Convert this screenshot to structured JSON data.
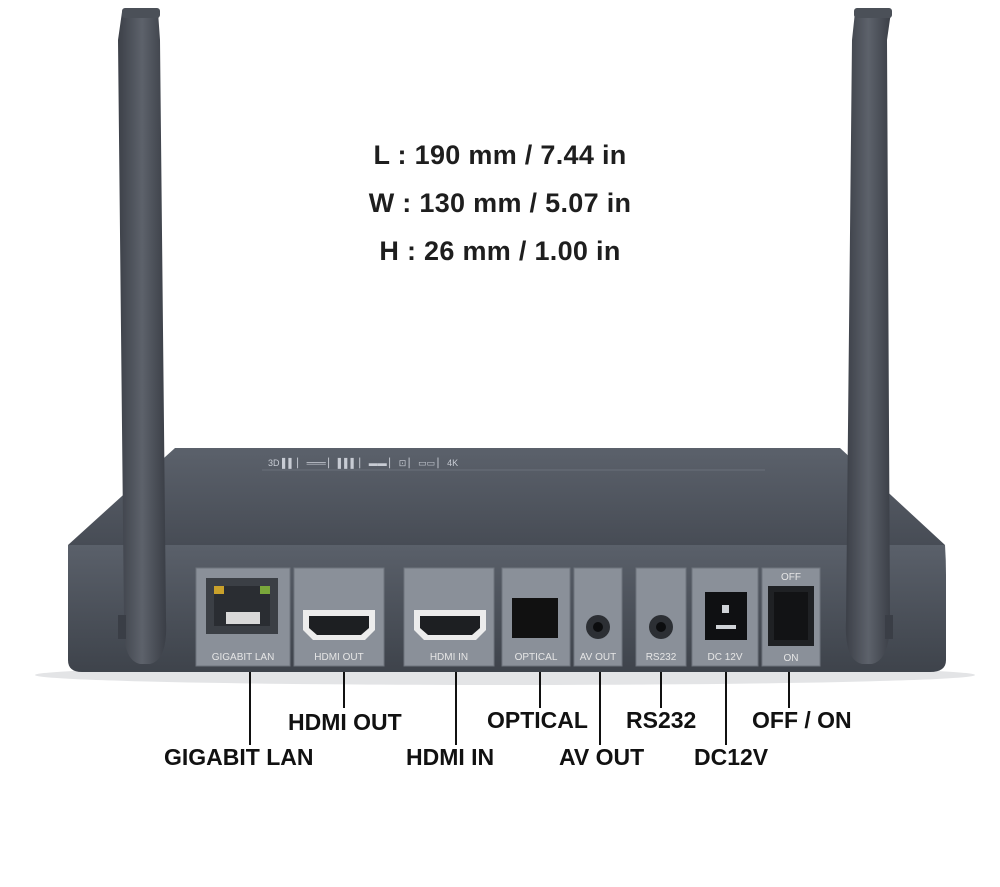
{
  "dimensions": {
    "length": "L : 190 mm / 7.44 in",
    "width": "W : 130 mm / 5.07 in",
    "height": "H : 26 mm / 1.00 in"
  },
  "panel_labels": {
    "lan": "GIGABIT LAN",
    "hdmi_out": "HDMI OUT",
    "hdmi_in": "HDMI IN",
    "optical": "OPTICAL",
    "av_out": "AV OUT",
    "rs232": "RS232",
    "dc": "DC 12V",
    "off": "OFF",
    "on": "ON"
  },
  "callouts": {
    "lan": "GIGABIT LAN",
    "hdmi_out": "HDMI OUT",
    "hdmi_in": "HDMI IN",
    "optical": "OPTICAL",
    "av_out": "AV OUT",
    "rs232": "RS232",
    "dc": "DC12V",
    "power": "OFF / ON"
  },
  "colors": {
    "device_body": "#4f5560",
    "panel_bg": "#8a9099",
    "text": "#111111"
  }
}
